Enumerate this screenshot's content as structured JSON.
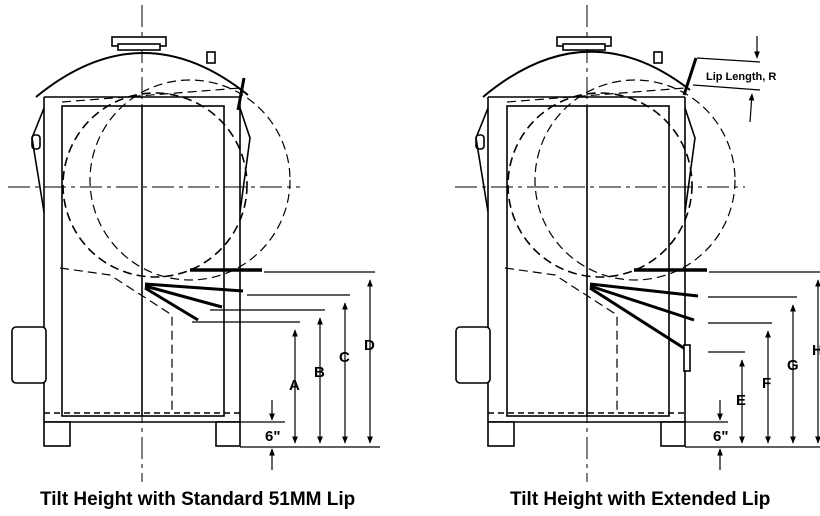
{
  "diagrams": [
    {
      "caption": "Tilt Height with Standard 51MM Lip",
      "dimension_labels": [
        "A",
        "B",
        "C",
        "D"
      ],
      "base_dimension": "6\""
    },
    {
      "caption": "Tilt Height with Extended Lip",
      "dimension_labels": [
        "E",
        "F",
        "G",
        "H"
      ],
      "base_dimension": "6\"",
      "lip_label": "Lip Length, R"
    }
  ]
}
